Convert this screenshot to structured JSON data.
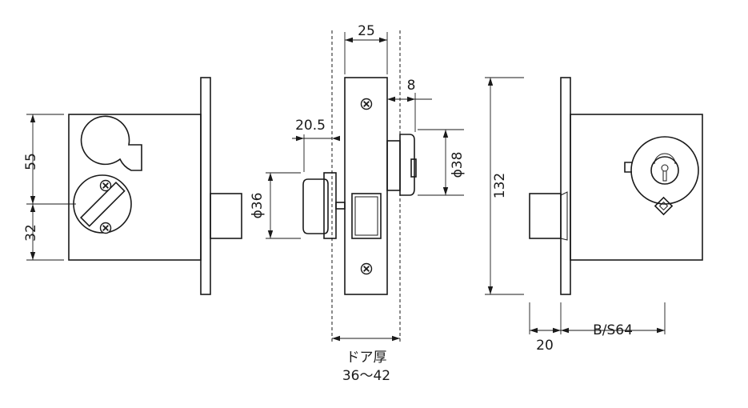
{
  "dimensions": {
    "latch_width": "25",
    "latch_offset": "8",
    "stopper_offset": "20.5",
    "cylinder_diameter": "ϕ38",
    "knob_diameter": "ϕ36",
    "top_height": "55",
    "bottom_height": "32",
    "total_height": "132",
    "bolt_projection": "20",
    "backset": "B/S64",
    "door_thickness_label": "ドア厚",
    "door_thickness_range": "36～42"
  }
}
